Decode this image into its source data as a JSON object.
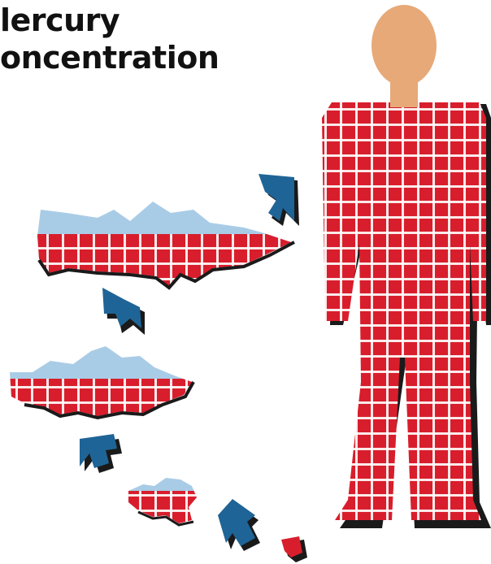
{
  "title": {
    "line1": "lercury",
    "line2": "oncentration"
  },
  "colors": {
    "mercury_red": "#d81e2c",
    "grid_white": "#ffffff",
    "fish_blue": "#a9cce6",
    "arrow_blue": "#1f6496",
    "skin": "#e7a977",
    "outline": "#1a1a1a"
  },
  "legend_note": "",
  "elements": {
    "human": "human-figure",
    "fish": [
      "large-fish",
      "medium-fish",
      "small-fish"
    ],
    "arrows": [
      "arrow-to-human",
      "arrow-to-large-fish",
      "arrow-to-medium-fish",
      "arrow-to-small-fish"
    ],
    "source": "mercury-drop"
  }
}
